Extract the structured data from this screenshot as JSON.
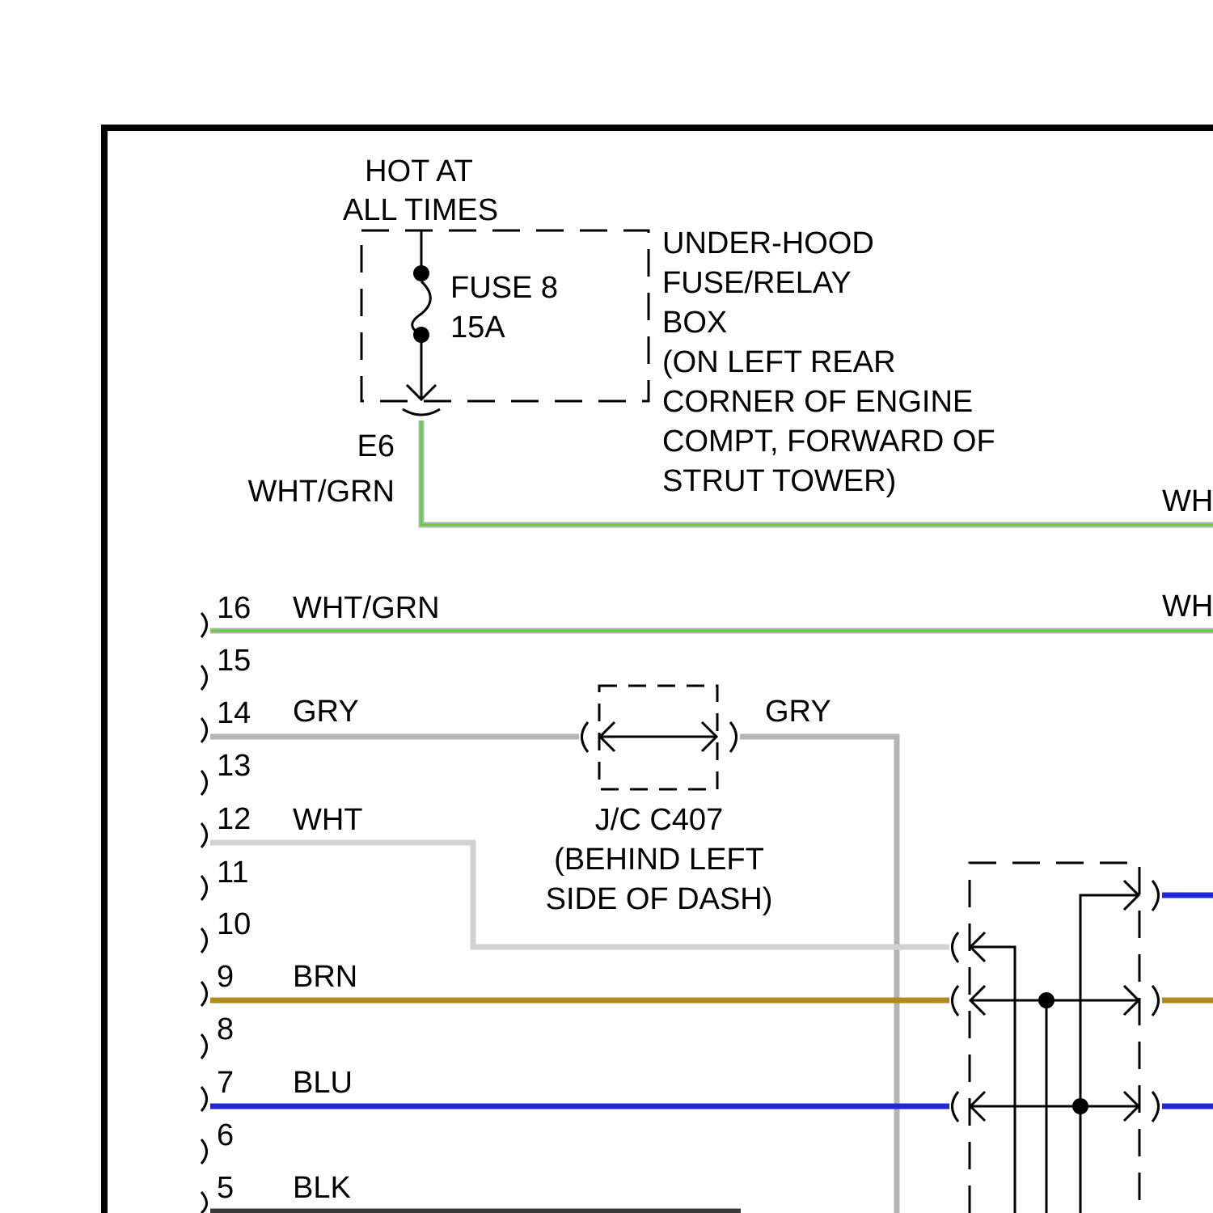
{
  "supply": {
    "line1": "HOT AT",
    "line2": "ALL TIMES"
  },
  "fuse": {
    "name": "FUSE 8",
    "rating": "15A"
  },
  "fuse_box": {
    "lines": [
      "UNDER-HOOD",
      "FUSE/RELAY",
      "BOX",
      "(ON LEFT REAR",
      "CORNER OF ENGINE",
      "COMPT, FORWARD OF",
      "STRUT TOWER)"
    ]
  },
  "terminal": {
    "id": "E6",
    "wire": "WHT/GRN"
  },
  "cutoff_labels": {
    "top": "WH",
    "pin16": "WH"
  },
  "connector_pins": [
    "16",
    "15",
    "14",
    "13",
    "12",
    "11",
    "10",
    "9",
    "8",
    "7",
    "6",
    "5"
  ],
  "wires": {
    "pin16": "WHT/GRN",
    "pin14_left": "GRY",
    "pin14_right": "GRY",
    "pin12": "WHT",
    "pin9": "BRN",
    "pin7": "BLU",
    "pin5": "BLK"
  },
  "junction": {
    "lines": [
      "J/C C407",
      "(BEHIND LEFT",
      "SIDE OF DASH)"
    ]
  },
  "colors": {
    "wht_grn": "#5fd13c",
    "gry": "#b4b4b4",
    "wht": "#d2d2d2",
    "brn": "#b08a1e",
    "blu": "#1e28d6",
    "blk": "#3a3a3a"
  }
}
